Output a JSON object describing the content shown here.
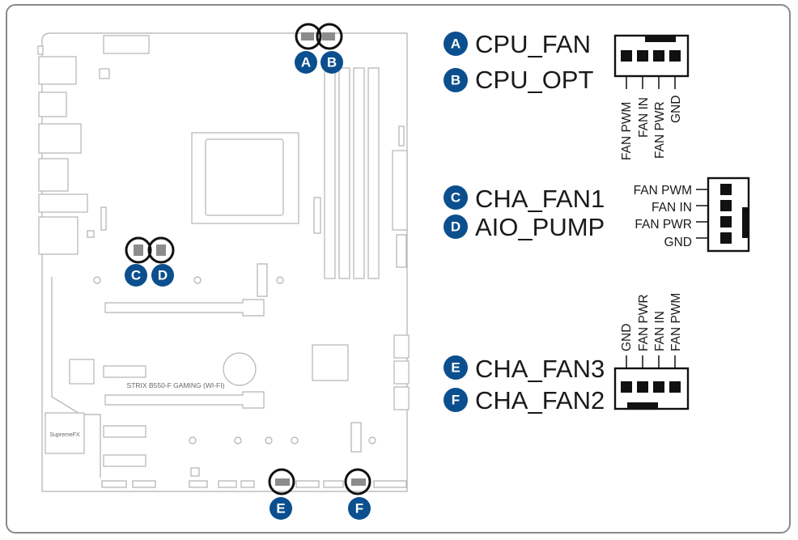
{
  "board_model": "STRIX B550-F GAMING (WI-FI)",
  "board_mark": "SupremeFX",
  "headers": [
    {
      "badge": "A",
      "name": "CPU_FAN"
    },
    {
      "badge": "B",
      "name": "CPU_OPT"
    },
    {
      "badge": "C",
      "name": "CHA_FAN1"
    },
    {
      "badge": "D",
      "name": "AIO_PUMP"
    },
    {
      "badge": "E",
      "name": "CHA_FAN3"
    },
    {
      "badge": "F",
      "name": "CHA_FAN2"
    }
  ],
  "pinouts": {
    "top": [
      "FAN PWM",
      "FAN IN",
      "FAN PWR",
      "GND"
    ],
    "middle": [
      "FAN PWM",
      "FAN IN",
      "FAN PWR",
      "GND"
    ],
    "bottom": [
      "GND",
      "FAN PWR",
      "FAN IN",
      "FAN PWM"
    ]
  },
  "colors": {
    "badge": "#0b4f8e",
    "board_line": "#b5b5b5",
    "ink": "#111111"
  }
}
